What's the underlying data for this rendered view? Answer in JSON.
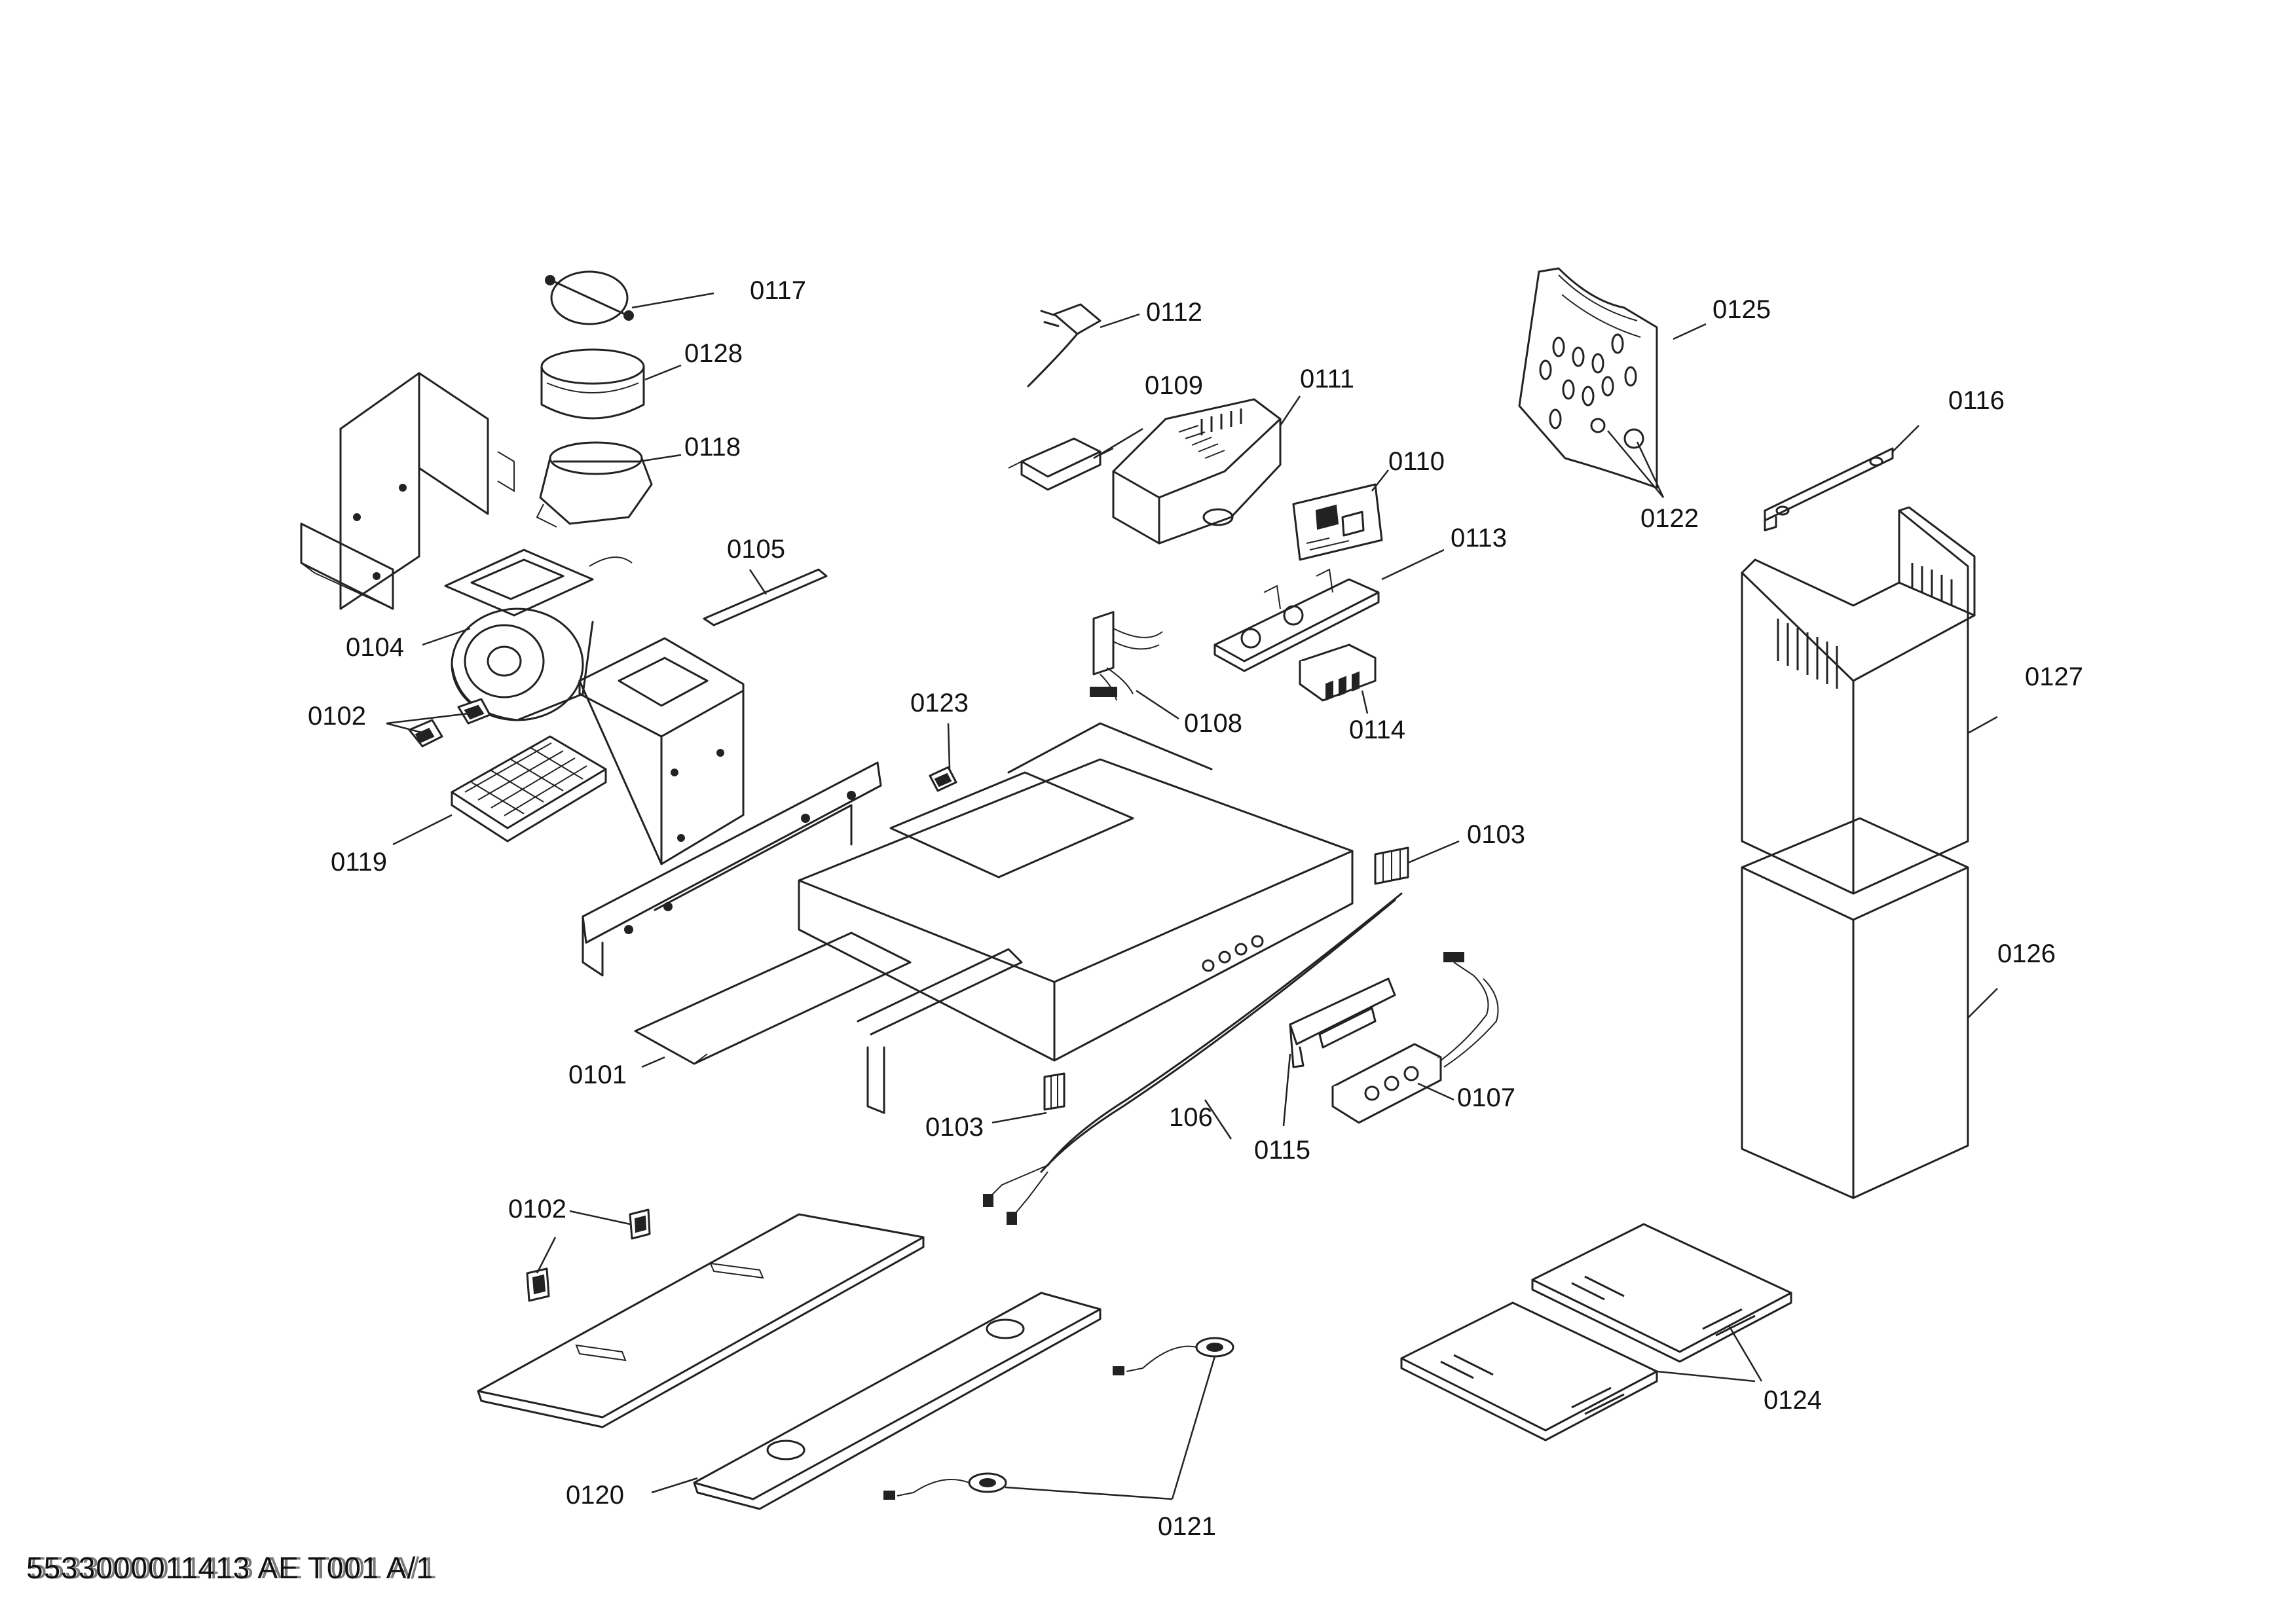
{
  "document_code": "5533000011413 AE T001 A/1",
  "parts": [
    {
      "id": "p0117",
      "label": "0117"
    },
    {
      "id": "p0128",
      "label": "0128"
    },
    {
      "id": "p0118",
      "label": "0118"
    },
    {
      "id": "p0105",
      "label": "0105"
    },
    {
      "id": "p0104",
      "label": "0104"
    },
    {
      "id": "p0102a",
      "label": "0102"
    },
    {
      "id": "p0119",
      "label": "0119"
    },
    {
      "id": "p0112",
      "label": "0112"
    },
    {
      "id": "p0109",
      "label": "0109"
    },
    {
      "id": "p0111",
      "label": "0111"
    },
    {
      "id": "p0110",
      "label": "0110"
    },
    {
      "id": "p0113",
      "label": "0113"
    },
    {
      "id": "p0108",
      "label": "0108"
    },
    {
      "id": "p0114",
      "label": "0114"
    },
    {
      "id": "p0123",
      "label": "0123"
    },
    {
      "id": "p0125",
      "label": "0125"
    },
    {
      "id": "p0122",
      "label": "0122"
    },
    {
      "id": "p0116",
      "label": "0116"
    },
    {
      "id": "p0127",
      "label": "0127"
    },
    {
      "id": "p0126",
      "label": "0126"
    },
    {
      "id": "p0103a",
      "label": "0103"
    },
    {
      "id": "p0101",
      "label": "0101"
    },
    {
      "id": "p0103b",
      "label": "0103"
    },
    {
      "id": "p106",
      "label": "106"
    },
    {
      "id": "p0115",
      "label": "0115"
    },
    {
      "id": "p0107",
      "label": "0107"
    },
    {
      "id": "p0102b",
      "label": "0102"
    },
    {
      "id": "p0120",
      "label": "0120"
    },
    {
      "id": "p0121",
      "label": "0121"
    },
    {
      "id": "p0124",
      "label": "0124"
    }
  ]
}
